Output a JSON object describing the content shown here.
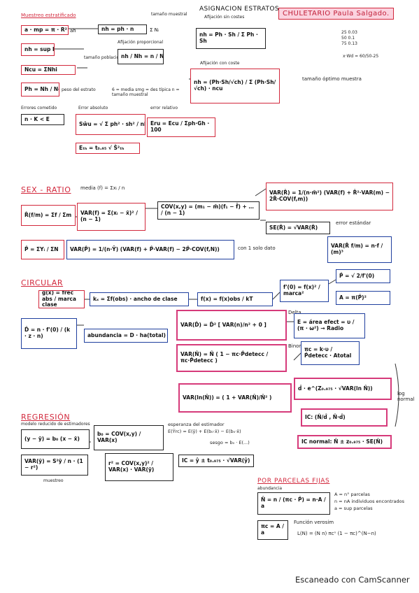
{
  "header": {
    "main_title": "ASIGNACION ESTRATOS",
    "author_tag": "CHULETARIO Paula Salgado.",
    "section_1": "Muestreo estratificado"
  },
  "estratos": {
    "afijacion_sin_costes": "Afijación sin costes",
    "afijacion_con_coste": "Afijación con coste",
    "muestra_total": "tamaño muestral",
    "proporcional": "Afijación proporcional",
    "tamano_optimo": "tamaño óptimo muestra",
    "box_a": "a · mp = π · R²",
    "box_a_suffix": "ah",
    "box_nh_ph": "nh = ph · n",
    "box_nh_ph_suffix": "Σ Nᵢ",
    "box_nh_alloc": "nh = Ph · Sh / Σ Ph · Sh",
    "box_n_h": "nh = sup h / ah",
    "box_n_h_note": "tamaño poblacional",
    "box_prop": "nh / Nh = n / N",
    "box_ncu": "Ncu = ΣNhi",
    "box_ph": "Ph = Nh / Ncu",
    "box_ph_note": "peso del estrato",
    "box_cost": "nh = (Ph·Sh/√ch) / Σ (Ph·Sh/√ch) · ncu",
    "note_pop": "6 = media   smg = des típica   n = tamaño muestral",
    "errores_cometidos": "Errores cometido",
    "error_absoluto": "Error absoluto",
    "error_relativo": "error relativo",
    "box_err_cond": "n · K < E",
    "box_sum": "Sŵu = √ Σ ph² · sh² / nh",
    "box_eru": "Eru = Ecu / Σph·Gh · 100",
    "box_eh": "Eₜₕ = t₀.₉₅ √ Ŝ²ₜₕ",
    "side_values": [
      "25  0.03",
      "50  0.1",
      "75  0.13"
    ],
    "side_ratio": "x·Wd = 60/50-25"
  },
  "sex_ratio": {
    "title": "SEX - RATIO",
    "media_label": "media (f) = Σxᵢ / n",
    "box_R": "R̂(f/m) = Σf / Σm",
    "box_var_f": "VAR(f) = Σ(xᵢ − x̄)² / (n − 1)",
    "box_cov": "COV(x,y) = (m₁ − m̄)(f₁ − f̄) + … / (n − 1)",
    "box_var_R": "VAR(R̂) = 1/(n·m̄²) (VAR(f) + R̂²·VAR(m) − 2R̂·COV(f,m))",
    "error_estandar": "error estándar",
    "box_se": "SE(R̂) = √VAR(R̂)",
    "box_p": "P̂ = ΣYᵢ / ΣN",
    "box_var_p": "VAR(P̂) = 1/(n·Ȳ) (VAR(f) + P̂·VAR(f) − 2P̂·COV(f,N))",
    "con_un_dato": "con 1 solo dato",
    "box_var_R_tm": "VAR(R̂ f/m) = n·f / (m)³"
  },
  "circular": {
    "title": "CIRCULAR",
    "box_g": "g(x) = frec abs / marca clase",
    "box_k": "kₓ = Σf(obs) · ancho de clase",
    "box_f": "f(x) = f(x)obs / kT",
    "box_f0": "f'(0) = f(x)² / marca²",
    "box_p_star": "P̂ = √ 2/f'(0)",
    "box_A": "A = π(P̂)²",
    "box_D": "D̂ = n · f'(0) / (k · z · n)",
    "box_N": "abundancia = D · ha(total)",
    "box_var_D": "VAR(D̂) = D̂² [ VAR(n)/n² + 0 ]",
    "delta_label": "Delta",
    "box_E": "E = área efect = υ / (π · ω²) → Radio",
    "binom_label": "Binom",
    "box_var_N": "VAR(N̂) = N̂ ( 1 − πc·P̂detecc / πc·P̂detecc )",
    "box_pic": "πc = k·υ / P̂detecc · Atotal",
    "box_var_ln": "VAR(ln(N̂)) = ( 1 + VAR(N̂)/N̂² )",
    "box_d_exp": "d̂ · e^(Z₀.₉₇₅ · √VAR(ln N̂))",
    "box_ic": "IC: (N̂/d̂ , N̂·d̂)",
    "box_ic_normal": "IC normal: N̂ ± z₀.₉₇₅ · SE(N̂)",
    "log_normal": "log normal"
  },
  "regresion": {
    "title": "REGRESIÓN",
    "subtitle": "modelo reducido de estimadores",
    "box_line": "(y − ȳ) = b₀ (x − x̄)",
    "box_b0": "b₀ = COV(x,y) / VAR(x)",
    "esperanza": "esperanza del estimador",
    "esperanza_formula": "E(Ŷrc) = E(ȳ) + E(b₀·x̄) − E(b₀·x̄)",
    "sesgo": "sesgo = b₀ · E(...)",
    "box_var_y": "VAR(ȳ) = S²ȳ / n · (1 − r²)",
    "box_r2": "r² = COV(x,y)² / VAR(x) · VAR(ȳ)",
    "box_ic": "IC = ŷ ± t₀.₉₇₅ · √VAR(ŷ)",
    "muestreo": "muestreo"
  },
  "parcelas": {
    "title": "POR PARCELAS FIJAS",
    "abundancia": "abundancia",
    "box_N": "N̂ = n / (πc · P̂) = n·A / a",
    "notes": [
      "A = n° parcelas",
      "n = nA individuos encontrados",
      "a = sup parcelas"
    ],
    "box_pic": "πc = A / a",
    "funcion": "Función verosim",
    "likelihood": "L(N) = (N n) πcⁿ (1 − πc)^(N−n)"
  },
  "footer": {
    "scanner": "Escaneado con CamScanner"
  }
}
